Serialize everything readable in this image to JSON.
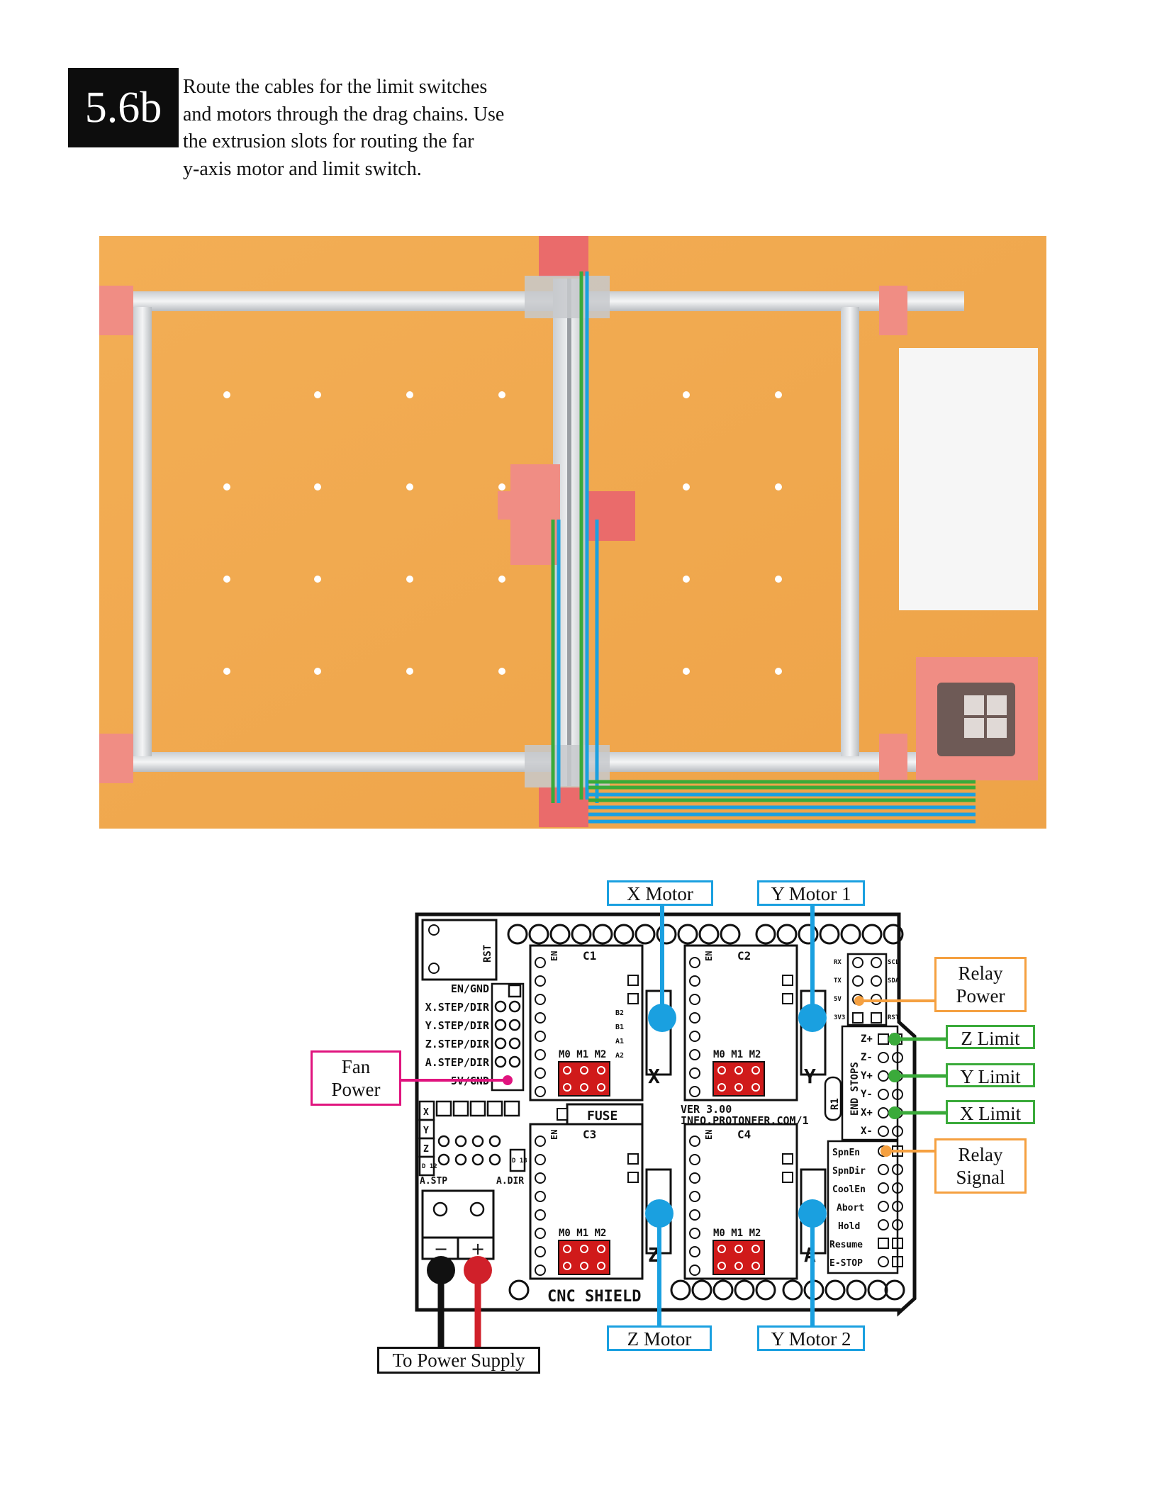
{
  "step": {
    "number": "5.6b",
    "instruction_lines": [
      "Route the cables for the limit switches",
      "and motors through the drag chains. Use",
      "the extrusion slots for routing the far",
      "y-axis motor and limit switch."
    ]
  },
  "colors": {
    "motor_wire": "#1aa0e0",
    "limit_wire": "#3aaa3a",
    "relay_wire": "#f5a040",
    "fan_wire": "#e0147e",
    "supply_neg": "#111111",
    "supply_pos": "#d0202a",
    "table": "#f2a94e",
    "printed_parts": "#f08d84"
  },
  "labels": {
    "x_motor": "X Motor",
    "y_motor_1": "Y Motor 1",
    "z_motor": "Z Motor",
    "y_motor_2": "Y Motor 2",
    "z_limit": "Z Limit",
    "y_limit": "Y Limit",
    "x_limit": "X Limit",
    "relay_power": [
      "Relay",
      "Power"
    ],
    "relay_signal": [
      "Relay",
      "Signal"
    ],
    "fan_power": [
      "Fan",
      "Power"
    ],
    "power_supply": "To Power Supply"
  },
  "board": {
    "name": "CNC SHIELD",
    "rst": "RST",
    "fuse": "FUSE",
    "version": "VER 3.00",
    "url": "INFO.PROTONEER.COM/1",
    "en_gnd": "EN/GND",
    "step_dir": [
      "X.STEP/DIR",
      "Y.STEP/DIR",
      "Z.STEP/DIR",
      "A.STEP/DIR"
    ],
    "five_v_gnd": "5V/GND",
    "driver_slots": [
      "C1",
      "C2",
      "C3",
      "C4"
    ],
    "axis_letters": [
      "X",
      "Y",
      "Z",
      "A"
    ],
    "microstep": "M0 M1 M2",
    "en": "EN",
    "end_stops": "END STOPS",
    "limit_pins": [
      "Z+",
      "Z-",
      "Y+",
      "Y-",
      "X+",
      "X-"
    ],
    "control_pins": [
      "SpnEn",
      "SpnDir",
      "CoolEn",
      "Abort",
      "Hold",
      "Resume",
      "E-STOP"
    ],
    "header_pins": [
      "RX",
      "TX",
      "5V",
      "3V3",
      "SCL",
      "SDA",
      "RST"
    ],
    "a_stp": "A.STP",
    "a_dir": "A.DIR",
    "d12": "D 12",
    "d13": "D 13",
    "xyz_col": [
      "X",
      "Y",
      "Z"
    ],
    "r1": "R1",
    "b2": "B2",
    "b1": "B1",
    "a1": "A1",
    "a2": "A2"
  }
}
